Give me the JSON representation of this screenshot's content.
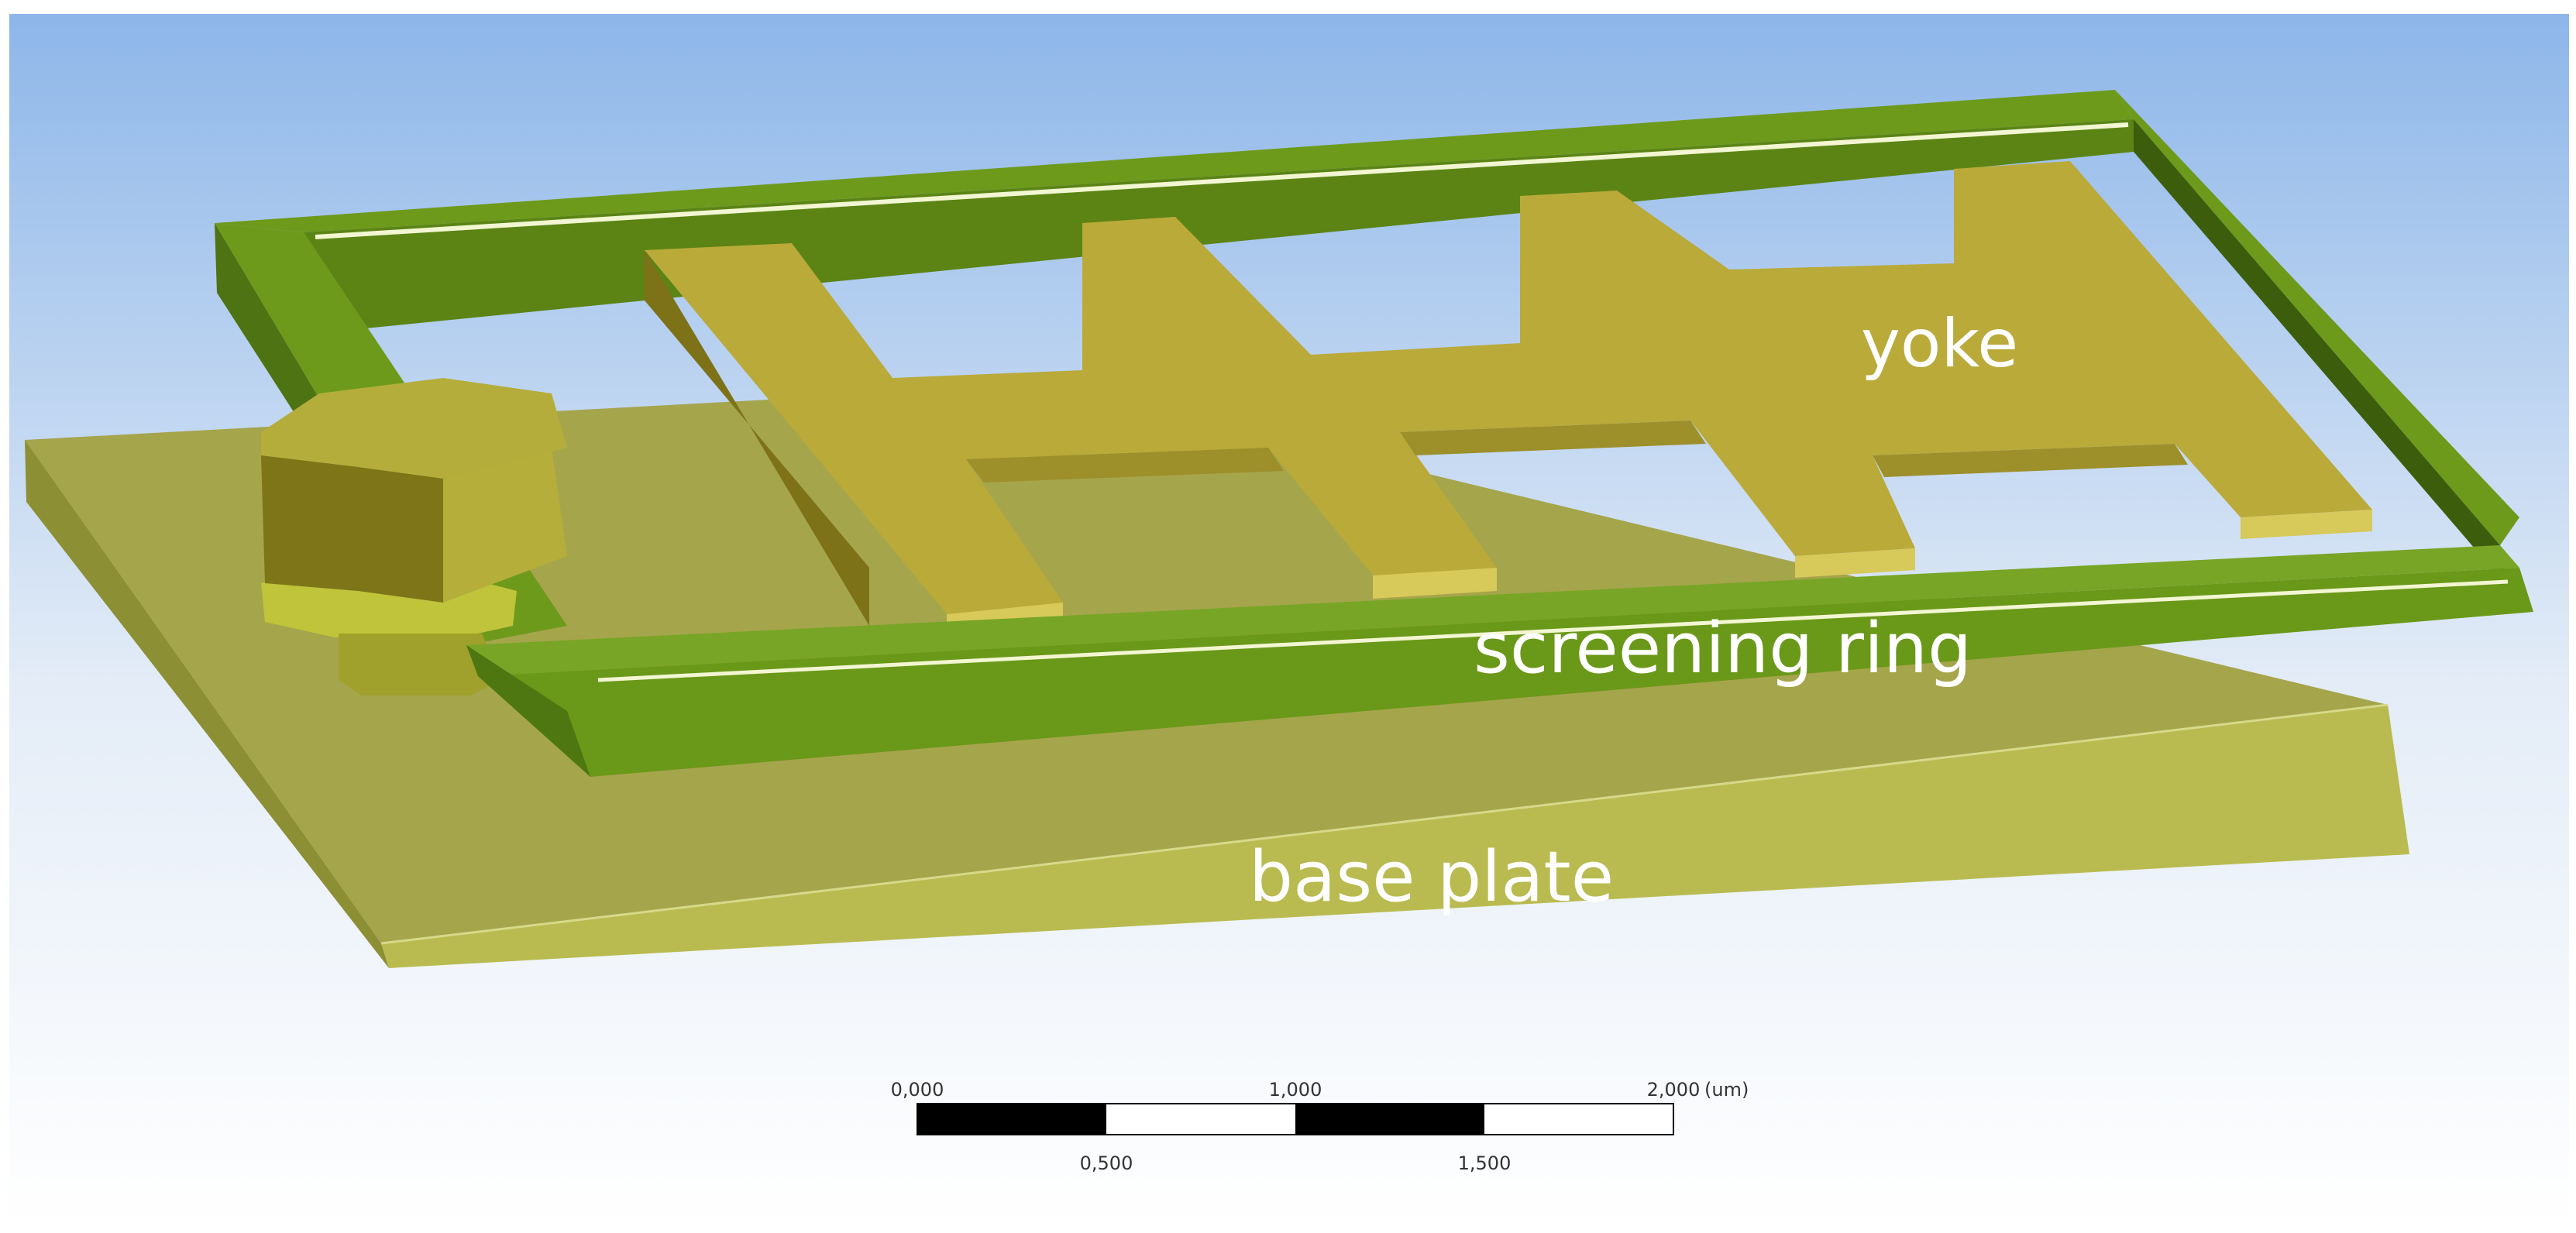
{
  "labels": {
    "yoke": "yoke",
    "screening_ring": "screening ring",
    "base_plate": "base plate"
  },
  "scale_bar": {
    "top_ticks": [
      "0,000",
      "1,000",
      "2,000"
    ],
    "bottom_ticks": [
      "0,500",
      "1,500"
    ],
    "unit": "(um)"
  },
  "colors": {
    "background_top": "#8db6e9",
    "background_bottom": "#ffffff",
    "yoke": "#b9aa3a",
    "screening_ring": "#6e9a1c",
    "base_plate": "#a7a84a",
    "nut": "#a9a632"
  }
}
